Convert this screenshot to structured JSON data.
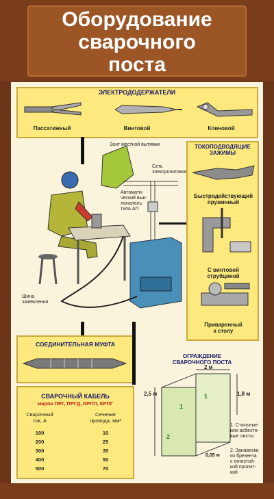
{
  "title": [
    "Оборудование",
    "сварочного",
    "поста"
  ],
  "electrode_holders": {
    "header": "ЭЛЕКТРОДОДЕРЖАТЕЛИ",
    "items": [
      "Пассатижный",
      "Винтовой",
      "Клиновой"
    ]
  },
  "workplace": {
    "hood": "Зонт местной вытяжки",
    "network": "Сеть\nэлектропитания",
    "breaker": "Автомати-\nческий вык-\nлючатель\nтипа АП",
    "ground": "Шина\nзаземления"
  },
  "clamps": {
    "header": "ТОКОПОДВОДЯЩИЕ\nЗАЖИМЫ",
    "items": [
      "Быстродействующий\nпружинный",
      "С винтовой\nструбциной",
      "Приваренный\nк столу"
    ]
  },
  "coupling": {
    "header": "СОЕДИНИТЕЛЬНАЯ МУФТА"
  },
  "cable": {
    "title": "СВАРОЧНЫЙ КАБЕЛЬ",
    "brands": "марок ПРГ, ПРГД, КРПП, КРПГ",
    "col1": "Сварочный\nток, А",
    "col2": "Сечение\nпровода, мм²",
    "rows": [
      [
        "100",
        "10"
      ],
      [
        "200",
        "25"
      ],
      [
        "300",
        "35"
      ],
      [
        "400",
        "50"
      ],
      [
        "500",
        "70"
      ]
    ]
  },
  "fence": {
    "header": "ОГРАЖДЕНИЕ\nСВАРОЧНОГО ПОСТА",
    "dims": [
      "2 м",
      "2,5 м",
      "1,8 м",
      "0,05 м"
    ],
    "marks": [
      "1",
      "1",
      "2"
    ],
    "notes": [
      "1. Стальные\nили асбесто-\nвые листы",
      "2. Занавески\nиз брезента\nс огнестой-\nкой пропит-\nкой"
    ]
  },
  "colors": {
    "frame": "#7a3d1c",
    "panel": "#fbf4dc",
    "box": "#fde97e",
    "header_text": "#1a1a6a",
    "cable_red": "#c0201a"
  }
}
